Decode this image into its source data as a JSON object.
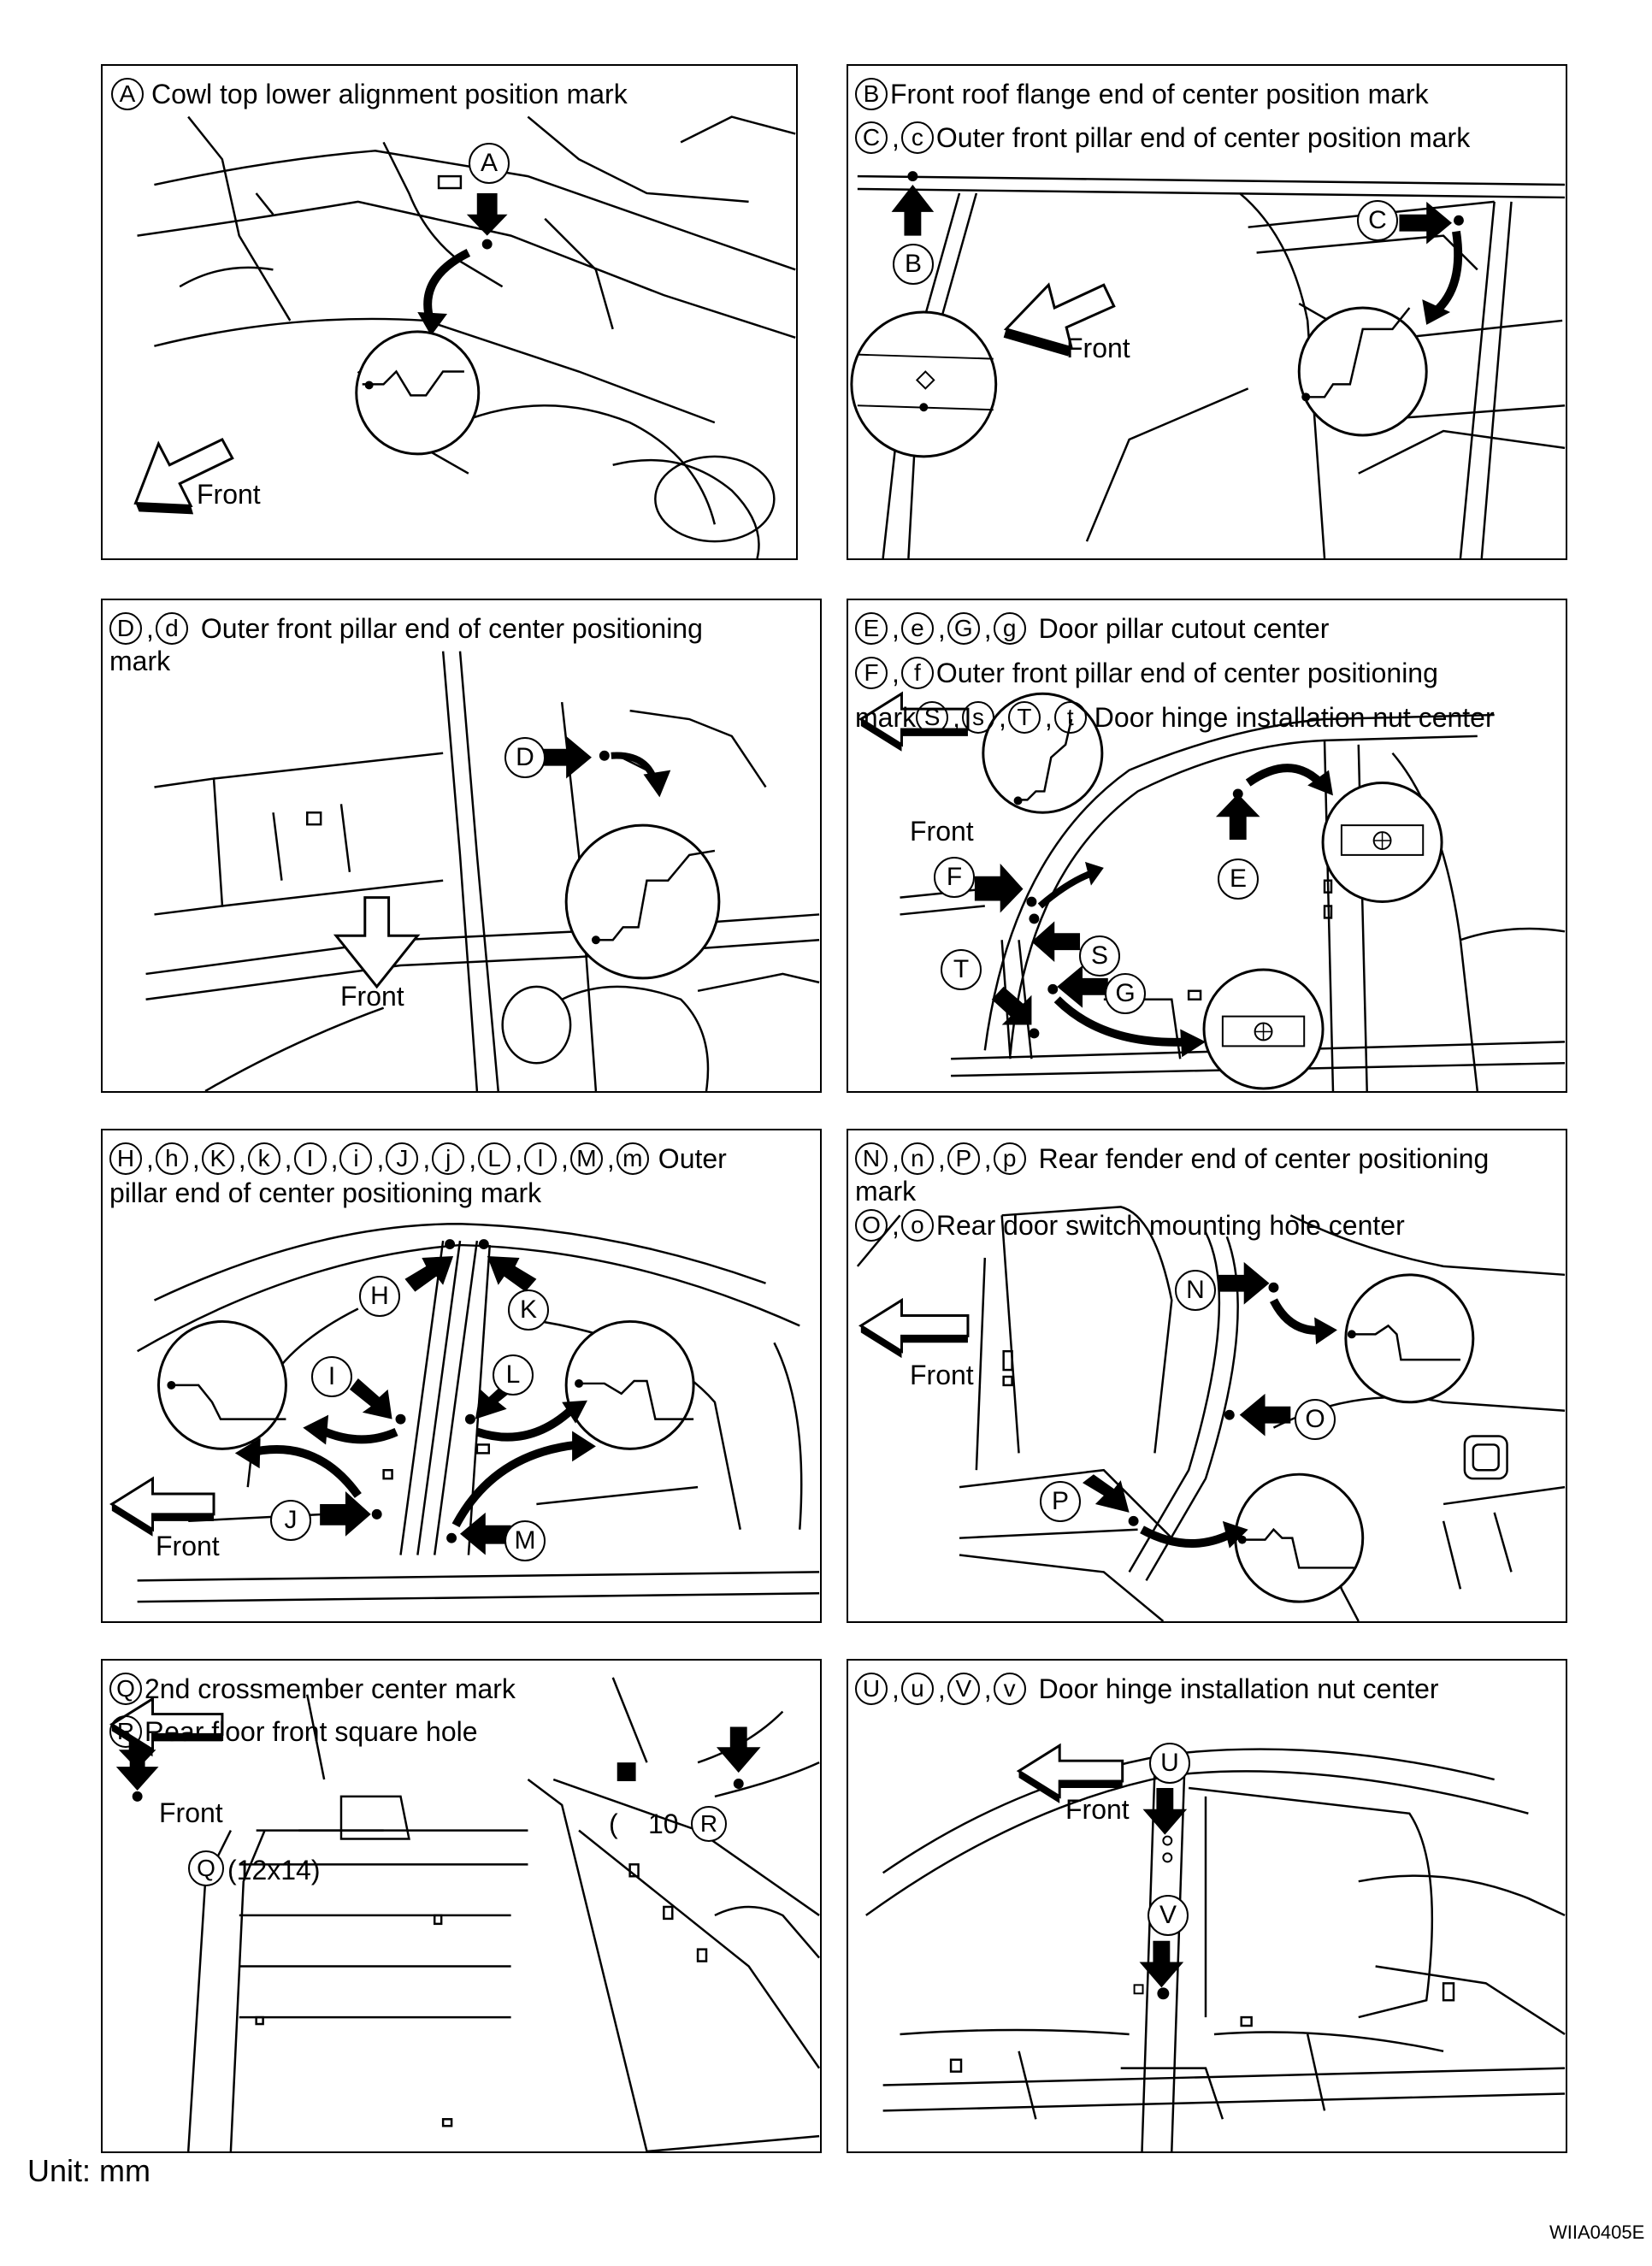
{
  "panels": {
    "A": {
      "caption": {
        "circles": [
          "A"
        ],
        "text": "Cowl top lower alignment position mark"
      },
      "labels": [
        "A"
      ],
      "front": "Front"
    },
    "B": {
      "caption_line1": {
        "circles": [
          "B"
        ],
        "text": "Front roof flange end of center position mark"
      },
      "caption_line2": {
        "circles": [
          "C",
          "c"
        ],
        "text": "Outer front pillar end of center position mark"
      },
      "labels": [
        "B",
        "C"
      ],
      "front": "Front"
    },
    "D": {
      "caption_line1": {
        "circles": [
          "D",
          "d"
        ],
        "text": "Outer front pillar end of center positioning"
      },
      "caption_line2": {
        "text": "mark"
      },
      "labels": [
        "D"
      ],
      "front": "Front"
    },
    "E": {
      "caption_line1": {
        "circles": [
          "E",
          "e",
          "G",
          "g"
        ],
        "text": "Door pillar cutout center"
      },
      "caption_line2": {
        "circles": [
          "F",
          "f"
        ],
        "text": "Outer front pillar end of center positioning"
      },
      "caption_line3": {
        "prefix": "mark",
        "circles": [
          "S",
          "s",
          "T",
          "t"
        ],
        "text": "Door hinge installation nut center"
      },
      "labels": [
        "F",
        "E",
        "S",
        "T",
        "G"
      ],
      "front": "Front"
    },
    "H": {
      "caption_line1": {
        "circles": [
          "H",
          "h",
          "K",
          "k",
          "I",
          "i",
          "J",
          "j",
          "L",
          "l",
          "M",
          "m"
        ],
        "text": "Outer"
      },
      "caption_line2": {
        "text": "pillar end of center positioning mark"
      },
      "labels": [
        "H",
        "K",
        "I",
        "L",
        "J",
        "M"
      ],
      "front": "Front"
    },
    "N": {
      "caption_line1": {
        "circles": [
          "N",
          "n",
          "P",
          "p"
        ],
        "text": "Rear fender end of center positioning"
      },
      "caption_line2": {
        "text": "mark"
      },
      "caption_line3": {
        "circles": [
          "O",
          "o"
        ],
        "text": "Rear door switch mounting hole center"
      },
      "labels": [
        "N",
        "O",
        "P"
      ],
      "front": "Front"
    },
    "Q": {
      "caption_line1": {
        "circles": [
          "Q"
        ],
        "text": "2nd crossmember center mark"
      },
      "caption_line2": {
        "circles": [
          "R"
        ],
        "text": "Rear floor front square hole"
      },
      "labels": [
        "Q",
        "R"
      ],
      "q_size": "(12x14)",
      "r_size": "10",
      "front": "Front"
    },
    "U": {
      "caption": {
        "circles": [
          "U",
          "u",
          "V",
          "v"
        ],
        "text": "Door hinge installation nut center"
      },
      "labels": [
        "U",
        "V"
      ],
      "front": "Front"
    }
  },
  "unit": "Unit: mm",
  "figure_code": "WIIA0405E"
}
